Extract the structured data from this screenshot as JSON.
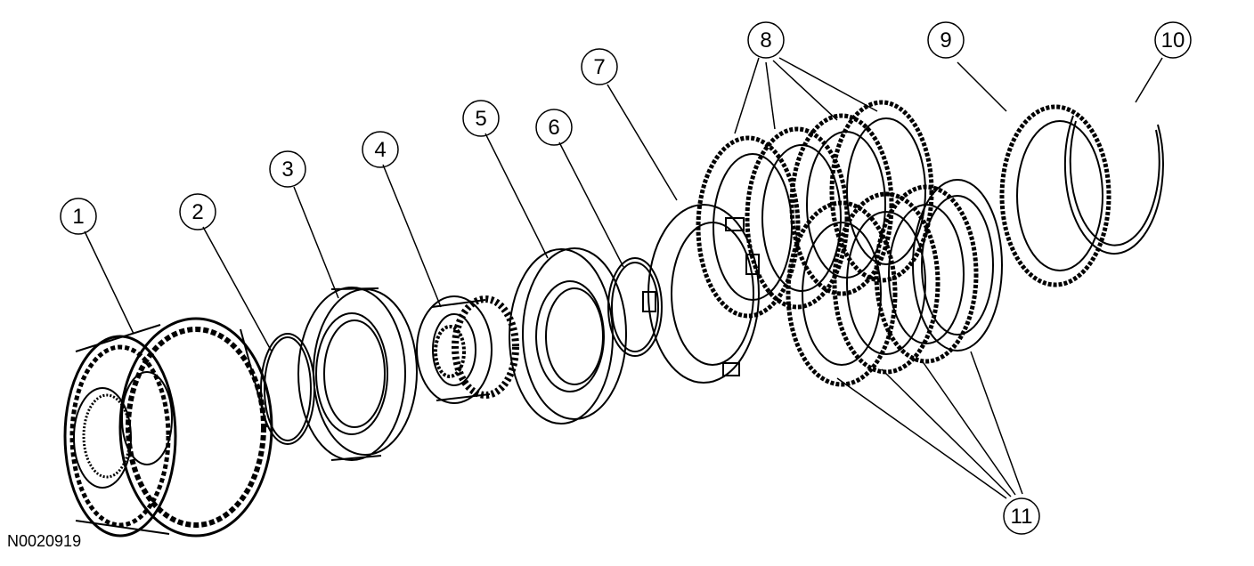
{
  "callouts": [
    "1",
    "2",
    "3",
    "4",
    "5",
    "6",
    "7",
    "8",
    "9",
    "10",
    "11"
  ],
  "reference_code": "N0020919"
}
